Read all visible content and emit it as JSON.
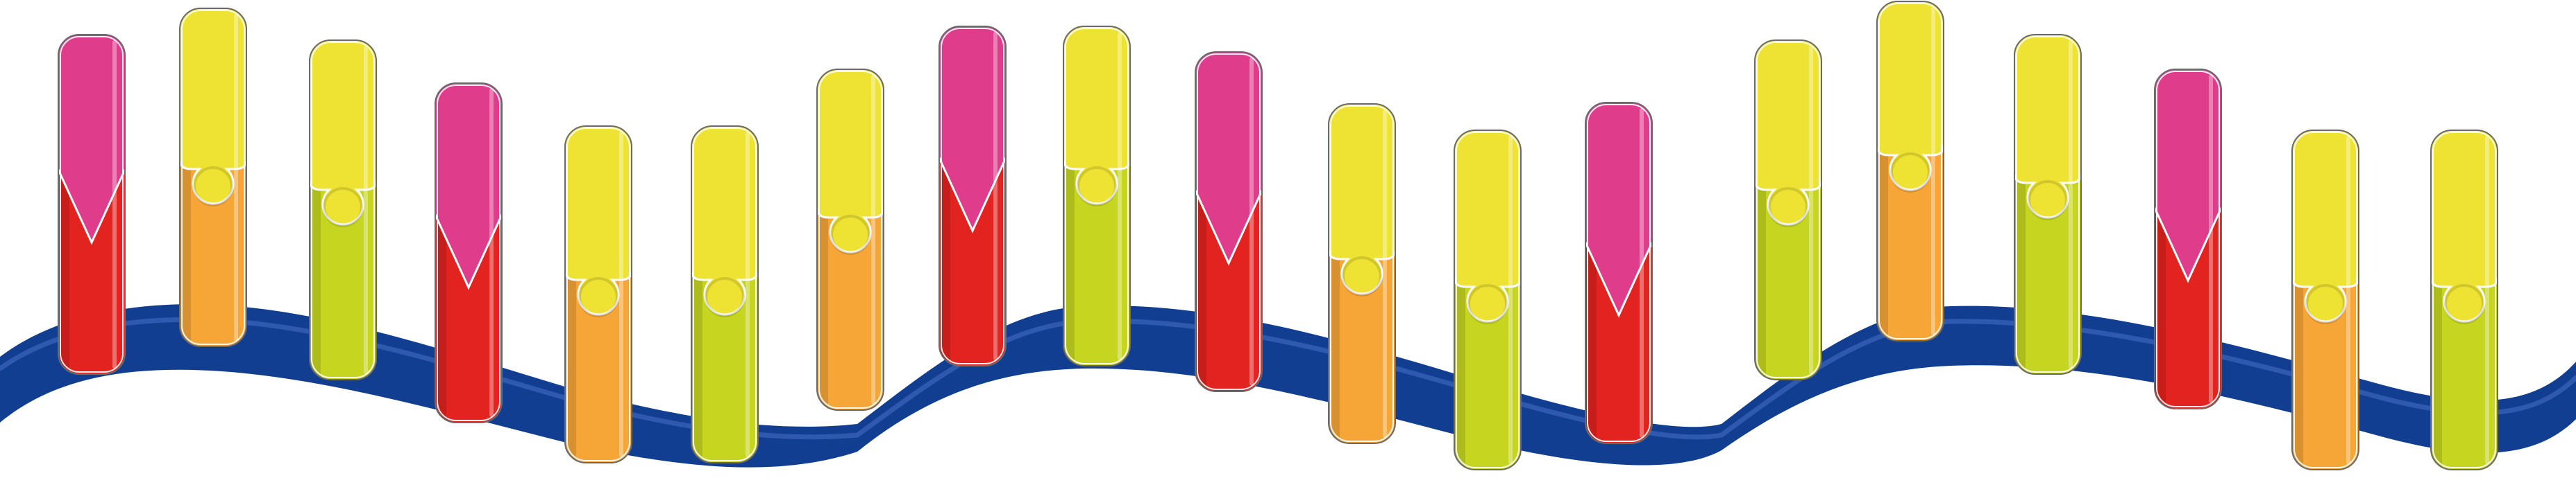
{
  "colors": {
    "ribbon": "#123e91",
    "ribbon_highlight": "#3a63b8",
    "magenta": "#e03c8c",
    "red": "#e2231f",
    "orange": "#f6a637",
    "yellow": "#eee333",
    "green": "#c5d520",
    "outline": "#ffffff"
  },
  "pillars": [
    {
      "cap": "magenta",
      "base": "red",
      "joint": "point"
    },
    {
      "cap": "yellow",
      "base": "orange",
      "joint": "knob"
    },
    {
      "cap": "yellow",
      "base": "green",
      "joint": "knob"
    },
    {
      "cap": "magenta",
      "base": "red",
      "joint": "point"
    },
    {
      "cap": "yellow",
      "base": "orange",
      "joint": "knob"
    },
    {
      "cap": "yellow",
      "base": "green",
      "joint": "knob"
    },
    {
      "cap": "yellow",
      "base": "orange",
      "joint": "knob"
    },
    {
      "cap": "magenta",
      "base": "red",
      "joint": "point"
    },
    {
      "cap": "yellow",
      "base": "green",
      "joint": "knob"
    },
    {
      "cap": "magenta",
      "base": "red",
      "joint": "point"
    },
    {
      "cap": "yellow",
      "base": "orange",
      "joint": "knob"
    },
    {
      "cap": "yellow",
      "base": "green",
      "joint": "knob"
    },
    {
      "cap": "magenta",
      "base": "red",
      "joint": "point"
    },
    {
      "cap": "yellow",
      "base": "green",
      "joint": "knob"
    },
    {
      "cap": "yellow",
      "base": "orange",
      "joint": "knob"
    },
    {
      "cap": "yellow",
      "base": "green",
      "joint": "knob"
    },
    {
      "cap": "magenta",
      "base": "red",
      "joint": "point"
    },
    {
      "cap": "yellow",
      "base": "orange",
      "joint": "knob"
    },
    {
      "cap": "yellow",
      "base": "green",
      "joint": "knob"
    }
  ]
}
